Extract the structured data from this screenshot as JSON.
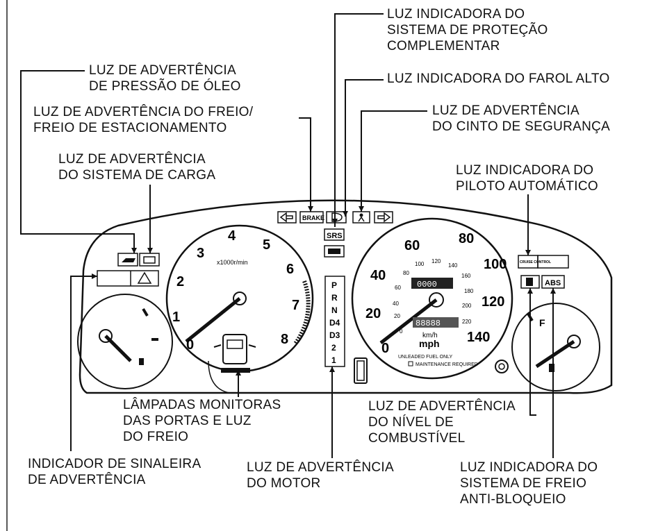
{
  "labels": {
    "srs": "LUZ INDICADORA DO\nSISTEMA DE PROTEÇÃO\nCOMPLEMENTAR",
    "oil": "LUZ DE ADVERTÊNCIA\nDE PRESSÃO DE ÓLEO",
    "high_beam": "LUZ INDICADORA DO FAROL ALTO",
    "brake": "LUZ DE ADVERTÊNCIA DO FREIO/\nFREIO DE ESTACIONAMENTO",
    "seatbelt": "LUZ DE ADVERTÊNCIA\nDO CINTO DE SEGURANÇA",
    "charge": "LUZ DE ADVERTÊNCIA\nDO SISTEMA DE CARGA",
    "cruise": "LUZ INDICADORA DO\nPILOTO AUTOMÁTICO",
    "doors": "LÂMPADAS MONITORAS\nDAS PORTAS E LUZ\nDO FREIO",
    "fuel": "LUZ DE ADVERTÊNCIA\nDO NÍVEL DE\nCOMBUSTÍVEL",
    "hazard": "INDICADOR DE SINALEIRA\nDE ADVERTÊNCIA",
    "engine": "LUZ DE ADVERTÊNCIA\nDO MOTOR",
    "abs": "LUZ INDICADORA DO\nSISTEMA DE FREIO\nANTI-BLOQUEIO"
  },
  "gauges": {
    "tach_ticks": [
      "0",
      "1",
      "2",
      "3",
      "4",
      "5",
      "6",
      "7",
      "8"
    ],
    "tach_unit": "x1000r/min",
    "speed_mph": [
      "0",
      "20",
      "40",
      "60",
      "80",
      "100",
      "120",
      "140"
    ],
    "speed_kmh": [
      "0",
      "20",
      "40",
      "60",
      "80",
      "100",
      "120",
      "140",
      "160",
      "180",
      "200",
      "220"
    ],
    "speed_unit_kmh": "km/h",
    "speed_unit_mph": "mph",
    "odometer": "0000",
    "trip": "88888",
    "unleaded": "UNLEADED FUEL ONLY",
    "maintenance": "MAINTENANCE\nREQUIRED",
    "fuel_full": "F"
  },
  "indicators": {
    "brake": "BRAKE",
    "srs": "SRS",
    "abs": "ABS",
    "cruise": "CRUISE\nCONTROL",
    "gears": [
      "P",
      "R",
      "N",
      "D4",
      "D3",
      "2",
      "1"
    ]
  }
}
